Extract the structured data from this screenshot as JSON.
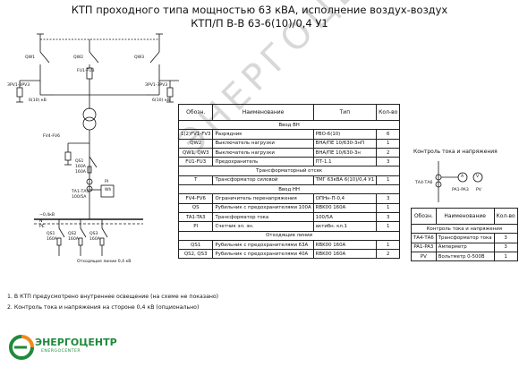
{
  "title": {
    "line1": "КТП проходного типа мощностью 63 кВА, исполнение воздух-воздух",
    "line2": "КТП/П В-В 63-6(10)/0,4 У1"
  },
  "watermark": "ЭНЕРГОЦЕНТР",
  "schematic_labels": {
    "qw1": "QW1",
    "qw2": "QW2",
    "qw3": "QW3",
    "fv1_fv3": "FV1-FV3",
    "fu1_fu3": "FU1-FU3",
    "zpv1_zp3": "ЗРV1-ЗРV3",
    "zpv1_zp3b": "ЗРV1-ЗРV3",
    "hv_left": "6(10) кВ",
    "hv_right": "6(10) кВ",
    "fv4_fv6": "FV4-FV6",
    "qs1_top": "QS1",
    "qs1_rating": "160А",
    "qs1_rating2": "160А",
    "ta1_ta3": "ТА1-ТА3",
    "ta_ratio": "100/5А",
    "pi_label": "PI",
    "wh_label": "Wh",
    "busbar": "~0,4кВ",
    "bus_left": "N",
    "bus_left2": "PE",
    "qs1_out": "QS1",
    "qs2_out": "QS2",
    "qs3_out": "QS3",
    "qs1_out_r": "160А",
    "qs2_out_r": "160А",
    "qs3_out_r": "160А",
    "outgoing": "Отходящие линии 0,4 кВ"
  },
  "main_table": {
    "headers": [
      "Обозн.",
      "Наименование",
      "Тип",
      "Кол-во"
    ],
    "rows": [
      {
        "section": "Ввод ВН"
      },
      {
        "cells": [
          "1(2)FV1-FV3",
          "Разрядник",
          "РВО-6(10)",
          "6"
        ]
      },
      {
        "cells": [
          "QW2",
          "Выключатель нагрузки",
          "ВНА/ПЕ 10/630-3нП",
          "1"
        ]
      },
      {
        "cells": [
          "QW1, QW3",
          "Выключатель нагрузки",
          "ВНА/ПЕ 10/630-3н",
          "2"
        ]
      },
      {
        "cells": [
          "FU1-FU3",
          "Предохранитель",
          "ПТ-1.1",
          "3"
        ]
      },
      {
        "section": "Трансформаторный отсек"
      },
      {
        "cells": [
          "T",
          "Трансформатор силовой",
          "ТМГ 63кВА 6(10)/0,4 У1",
          "1"
        ]
      },
      {
        "section": "Ввод НН"
      },
      {
        "cells": [
          "FV4-FV6",
          "Ограничитель перенапряжения",
          "ОПНн-П-0,4",
          "3"
        ]
      },
      {
        "cells": [
          "QS",
          "Рубильник с предохранителями 100А",
          "RBK00 160А",
          "1"
        ]
      },
      {
        "cells": [
          "TA1-TA3",
          "Трансформатор тока",
          "100/5А",
          "3"
        ]
      },
      {
        "cells": [
          "PI",
          "Счетчик эл. эн.",
          "актибн. кл.1",
          "1"
        ]
      },
      {
        "section": "Отходящие линии"
      },
      {
        "cells": [
          "QS1",
          "Рубильник с предохранителями 63А",
          "RBK00 160А",
          "1"
        ]
      },
      {
        "cells": [
          "QS2, QS3",
          "Рубильник с предохранителями 40А",
          "RBK00 160А",
          "2"
        ]
      }
    ]
  },
  "side_panel": {
    "title": "Контроль тока и напряжения",
    "ta_label": "ТА4-ТА6",
    "pa_label": "PA1-PA3",
    "pv_label": "PV",
    "a_symbol": "A",
    "v_symbol": "V",
    "headers": [
      "Обозн.",
      "Наименование",
      "Кол-во"
    ],
    "rows": [
      {
        "section": "Контроль тока и напряжения"
      },
      {
        "cells": [
          "ТА4-ТА6",
          "Трансформатор тока",
          "3"
        ]
      },
      {
        "cells": [
          "PA1-PA3",
          "Амперметр",
          "3"
        ]
      },
      {
        "cells": [
          "PV",
          "Вольтметр 0-500В",
          "1"
        ]
      }
    ]
  },
  "notes": [
    "1. В КТП предусмотрено внутреннее освещение (на схеме не показано)",
    "2. Контроль тока и напряжения на стороне 0,4 кВ (опционально)"
  ],
  "logo": {
    "name": "ЭНЕРГОЦЕНТР",
    "sub": "ENERGOCENTER"
  },
  "colors": {
    "line": "#111111",
    "logo_green": "#1f8a3c",
    "logo_orange": "#f08a1c",
    "watermark": "#d8d8d8"
  }
}
